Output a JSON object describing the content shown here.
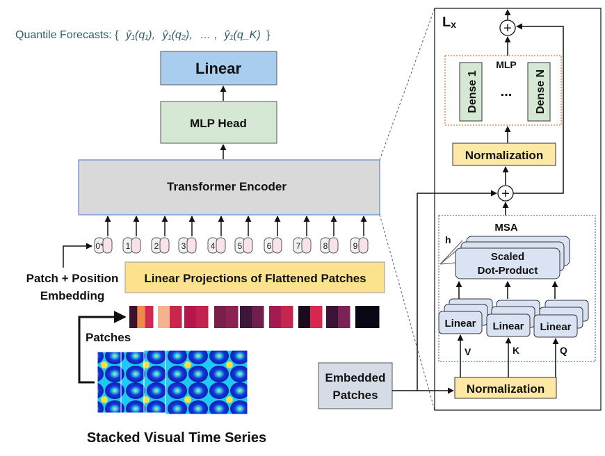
{
  "header": {
    "quantile_prefix": "Quantile Forecasts: {",
    "quantile_terms": [
      "ŷ₁(q₁),",
      "ŷ₁(q₂),",
      "… ,",
      "ŷ₁(q_K)"
    ],
    "quantile_suffix": "}"
  },
  "left_stack": {
    "linear_label": "Linear",
    "mlp_head_label": "MLP Head",
    "encoder_label": "Transformer Encoder",
    "projection_label": "Linear Projections of Flattened Patches",
    "position_tokens": [
      "0*",
      "1",
      "2",
      "3",
      "4",
      "5",
      "6",
      "7",
      "8",
      "9"
    ],
    "patch_position_label_line1": "Patch + Position",
    "patch_position_label_line2": "Embedding",
    "patches_label": "Patches",
    "caption": "Stacked Visual Time Series"
  },
  "encoder_block": {
    "repeat_label": "L",
    "repeat_subscript": "x",
    "mlp_label": "MLP",
    "dense_first": "Dense 1",
    "dense_ellipsis": "...",
    "dense_last": "Dense N",
    "normalization_top": "Normalization",
    "msa_label": "MSA",
    "heads_label": "h",
    "scaled_line1": "Scaled",
    "scaled_line2": "Dot-Product",
    "linear_v": "Linear",
    "linear_k": "Linear",
    "linear_q": "Linear",
    "v_label": "V",
    "k_label": "K",
    "q_label": "Q",
    "normalization_bottom": "Normalization",
    "plus_symbol": "+"
  },
  "embedded_patches": {
    "line1": "Embedded",
    "line2": "Patches"
  },
  "colors": {
    "linear_box": "#a9cdee",
    "mlp_head_box": "#d5e8d4",
    "encoder_box": "#d9d9d9",
    "projection_box": "#fce28c",
    "norm_box": "#fde9a5",
    "dense_box": "#d5e8d4",
    "msa_box": "#dae3f3",
    "embedded_box": "#d6dce5",
    "quantile_text": "#2f5d6e",
    "token_fill": "#f7e3e8"
  },
  "patch_strip_colors": [
    [
      "#3b1230",
      "#f08a4c",
      "#d02a52"
    ],
    [
      "#f3b38f",
      "#c9264e"
    ],
    [
      "#b5174d",
      "#c42050"
    ],
    [
      "#7a1f4a",
      "#8a2252"
    ],
    [
      "#3f163b",
      "#6e1f4f"
    ],
    [
      "#a31b50",
      "#c52650"
    ],
    [
      "#1a0b1e",
      "#d7284e"
    ],
    [
      "#3a1436",
      "#7a2456"
    ],
    [
      "#0b0714",
      "#0b0714"
    ]
  ]
}
